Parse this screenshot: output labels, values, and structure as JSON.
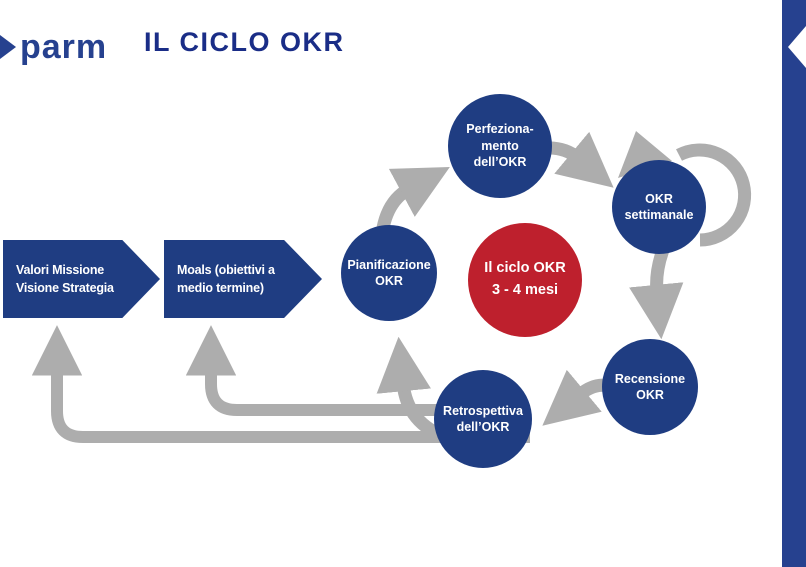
{
  "header": {
    "logo_text": "parm",
    "title": "IL CICLO OKR"
  },
  "banners": {
    "valori": {
      "line1": "Valori Missione",
      "line2": "Visione Strategia"
    },
    "moals": {
      "line1": "Moals (obiettivi a",
      "line2": "medio termine)"
    }
  },
  "cycle": {
    "center": {
      "line1": "Il ciclo OKR",
      "line2": "3 - 4 mesi"
    },
    "perfezionamento": {
      "line1": "Perfeziona-",
      "line2": "mento",
      "line3": "dell’OKR"
    },
    "okr_settimanale": {
      "line1": "OKR",
      "line2": "settimanale"
    },
    "pianificazione": {
      "line1": "Pianificazione",
      "line2": "OKR"
    },
    "recensione": {
      "line1": "Recensione",
      "line2": "OKR"
    },
    "retrospettiva": {
      "line1": "Retrospettiva",
      "line2": "dell’OKR"
    }
  },
  "colors": {
    "node_blue": "#1f3d82",
    "accent_red": "#be202d",
    "arrow_gray": "#adadad",
    "brand_blue": "#26418f",
    "title_blue": "#1a2d87",
    "bar_blue": "#26418f"
  }
}
